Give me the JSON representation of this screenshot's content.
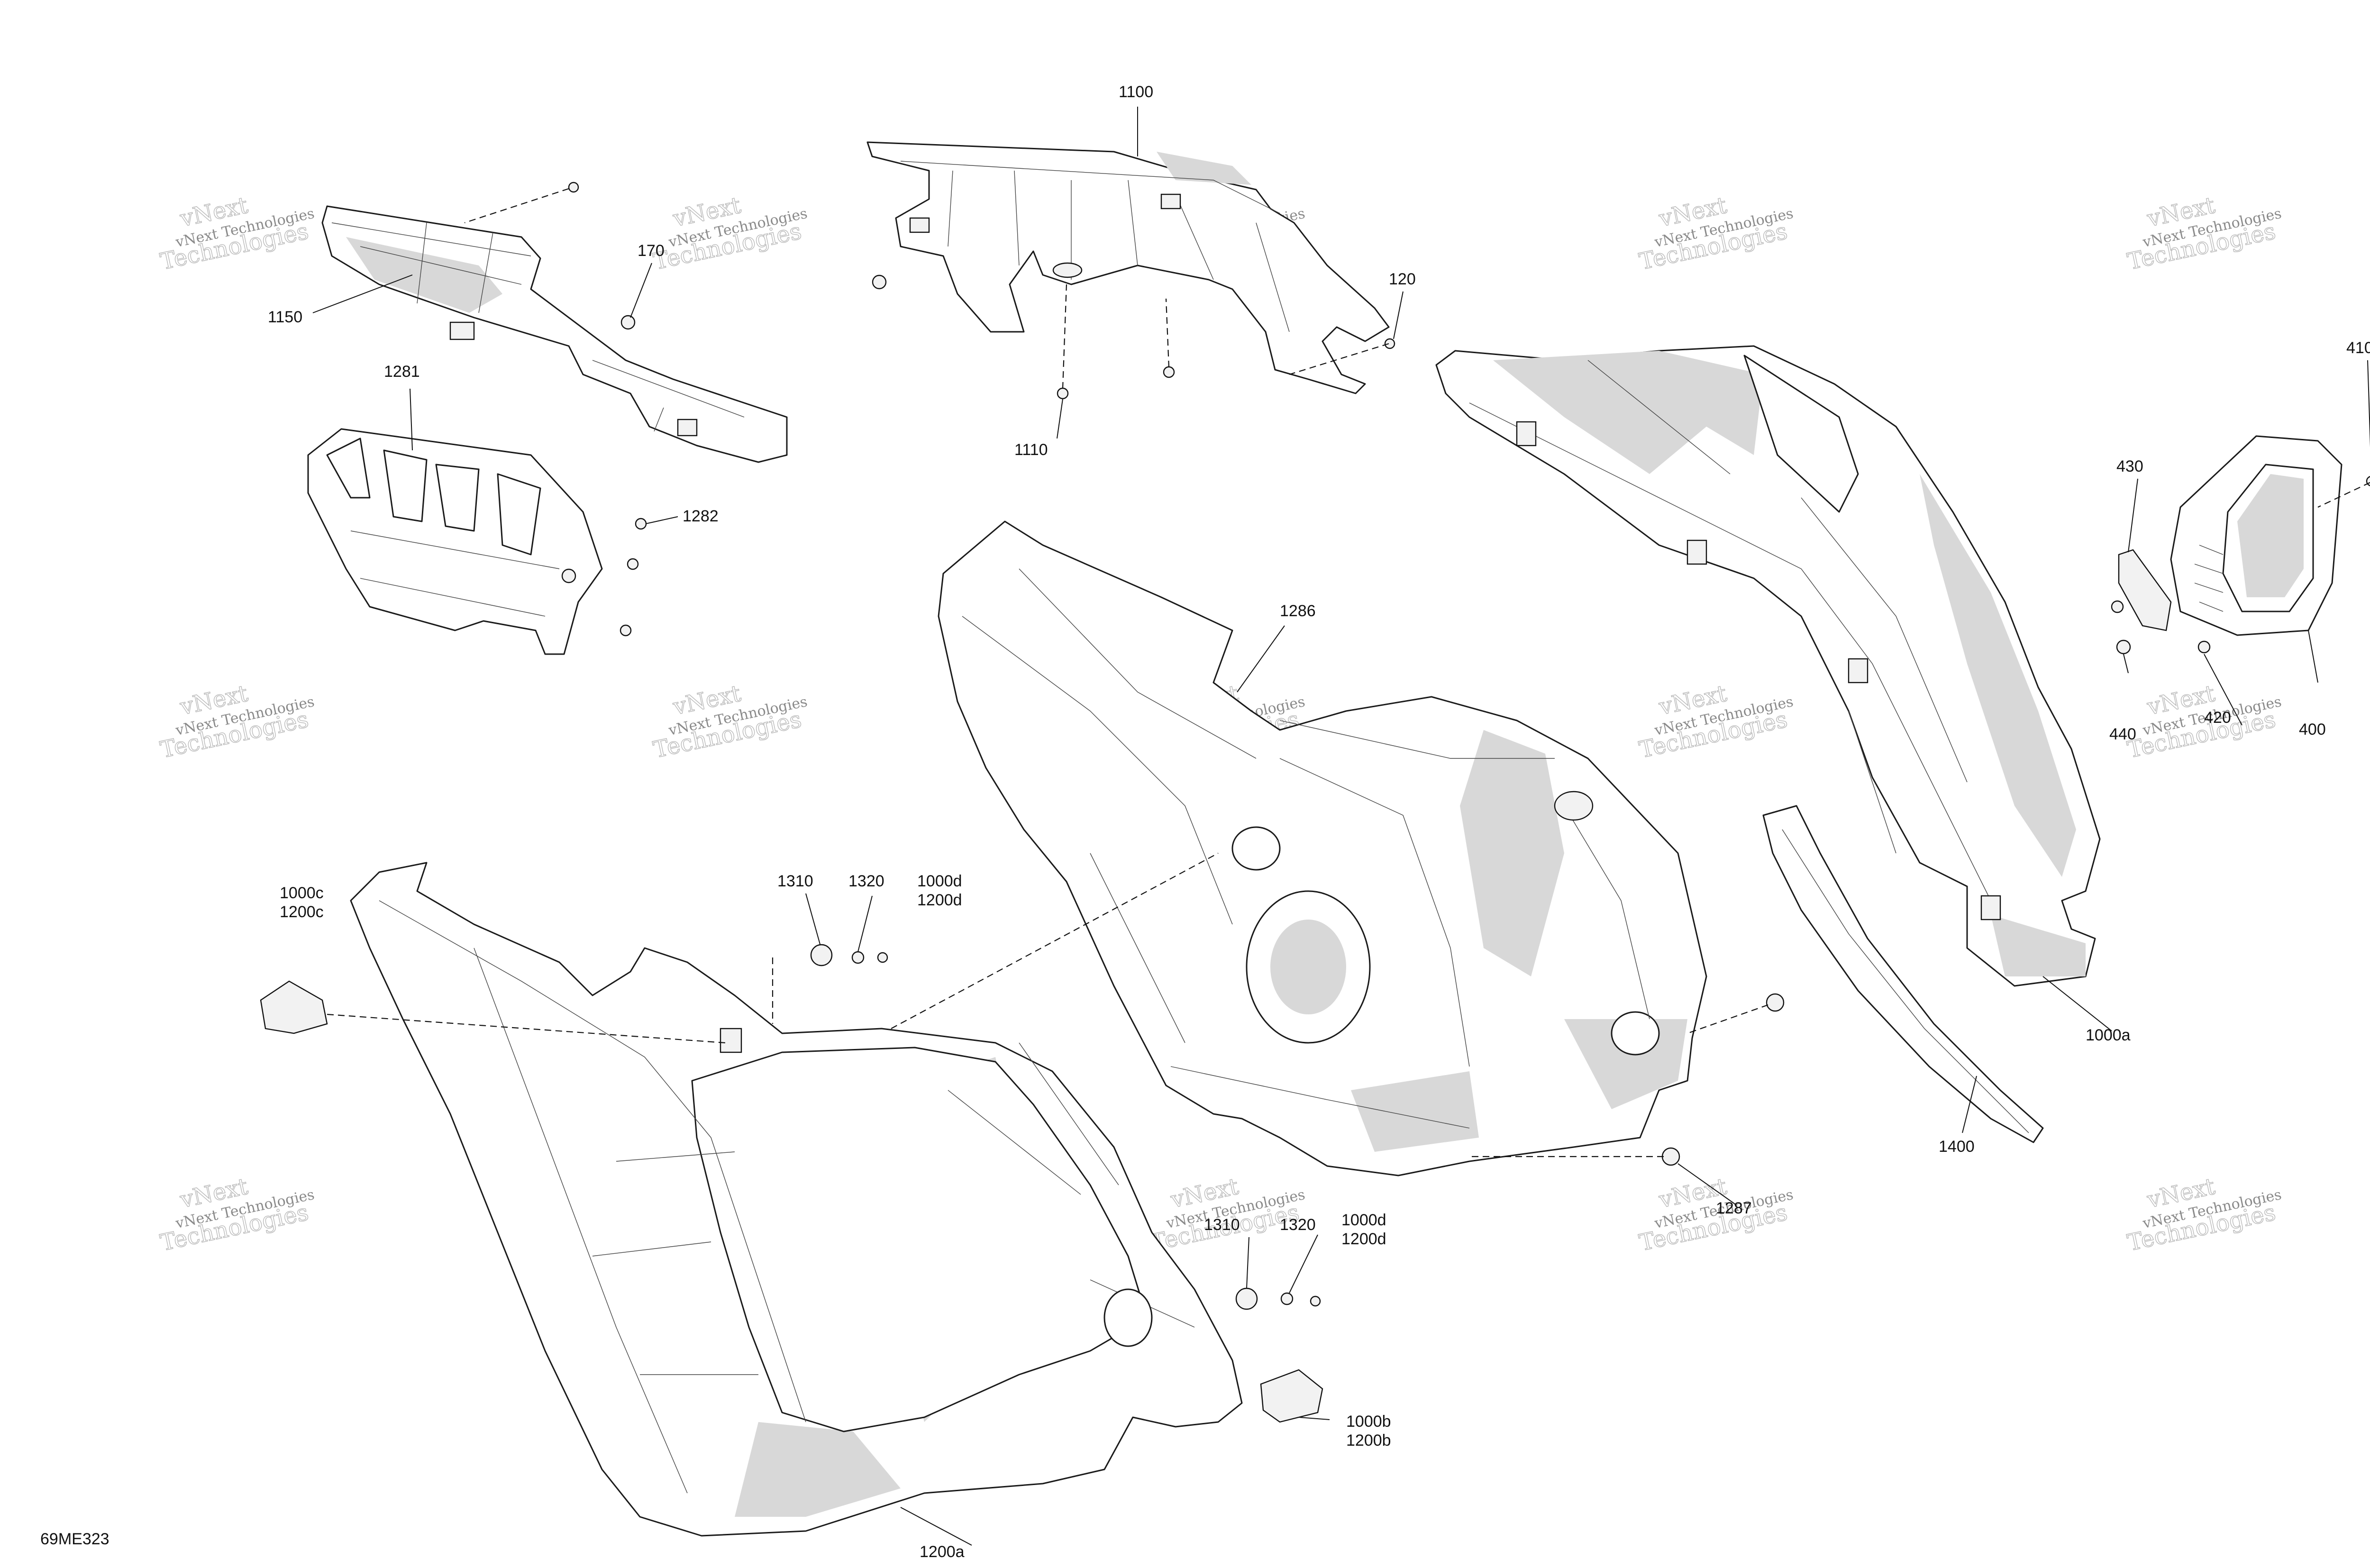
{
  "drawing_code": "69ME323",
  "watermark": {
    "line1": "vNext Technologies",
    "line2": "vNext",
    "line3": "Technologies"
  },
  "callouts": {
    "c1100": "1100",
    "c1150": "1150",
    "c170": "170",
    "c120": "120",
    "c1110": "1110",
    "c1281": "1281",
    "c1282": "1282",
    "c1286": "1286",
    "c410": "410",
    "c430": "430",
    "c440": "440",
    "c420": "420",
    "c400": "400",
    "c1000c": "1000c",
    "c1200c": "1200c",
    "c1310_top": "1310",
    "c1320_top": "1320",
    "c1000d_top": "1000d",
    "c1200d_top": "1200d",
    "c1000a": "1000a",
    "c1400": "1400",
    "c1287": "1287",
    "c1310_bottom": "1310",
    "c1320_bottom": "1320",
    "c1000d_bottom": "1000d",
    "c1200d_bottom": "1200d",
    "c1000b": "1000b",
    "c1200b": "1200b",
    "c1200a": "1200a"
  },
  "colors": {
    "line": "#1a1a1a",
    "shade": "#d8d8d8",
    "watermark": "#8a8a8a"
  }
}
